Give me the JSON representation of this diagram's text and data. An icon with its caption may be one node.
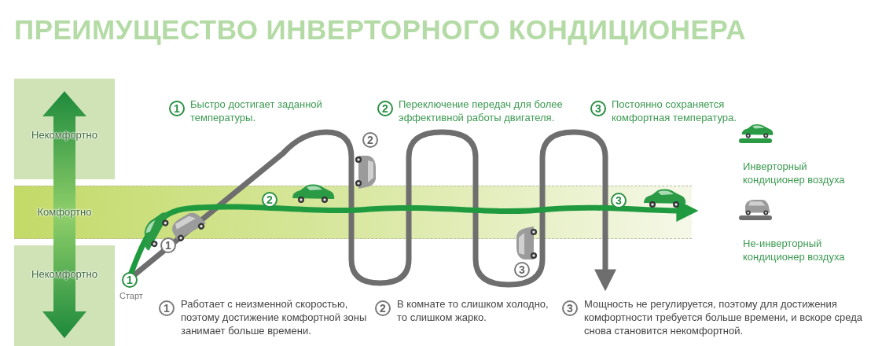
{
  "diagram": {
    "title": "ПРЕИМУЩЕСТВО ИНВЕРТОРНОГО КОНДИЦИОНЕРА",
    "labels": [
      "Некомфортно",
      "Комфортно",
      "Некомфортно",
      "1",
      "Быстро достигает заданной температуры.",
      "2",
      "Переключение передач для более эффективной работы двигателя.",
      "3",
      "Постоянно сохраняется комфортная температура.",
      "2",
      "2",
      "1",
      "3",
      "3",
      "1",
      "Старт",
      "1",
      "Работает с неизменной скоростью, поэтому достижение комфортной зоны занимает больше времени.",
      "2",
      "В комнате то слишком холодно, то слишком жарко.",
      "3",
      "Мощность не регулируется, поэтому для достижения комфортности требуется больше времени, и вскоре среда снова становится некомфортной."
    ],
    "legend": [
      {
        "text": "Инверторный кондиционер воздуха"
      },
      {
        "text": "Не-инверторный кондиционер воздуха"
      }
    ]
  }
}
